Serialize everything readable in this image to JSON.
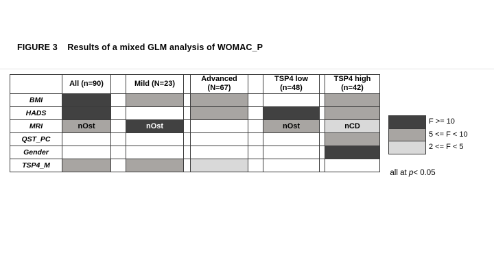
{
  "figure": {
    "title": "FIGURE 3    Results of a mixed GLM analysis of WOMAC_P"
  },
  "table": {
    "corner_label": "",
    "column_headers": [
      "All (n=90)",
      "Mild (N=23)",
      "Advanced (N=67)",
      "TSP4 low (n=48)",
      "TSP4 high (n=42)"
    ],
    "row_labels": [
      "BMI",
      "HADS",
      "MRI",
      "QST_PC",
      "Gender",
      "TSP4_M"
    ],
    "cells": [
      [
        {
          "fill": "dark",
          "text": ""
        },
        {
          "fill": "mid",
          "text": ""
        },
        {
          "fill": "mid",
          "text": ""
        },
        {
          "fill": "none",
          "text": ""
        },
        {
          "fill": "mid",
          "text": ""
        }
      ],
      [
        {
          "fill": "dark",
          "text": ""
        },
        {
          "fill": "none",
          "text": ""
        },
        {
          "fill": "mid",
          "text": ""
        },
        {
          "fill": "dark",
          "text": ""
        },
        {
          "fill": "mid",
          "text": ""
        }
      ],
      [
        {
          "fill": "mid",
          "text": "nOst"
        },
        {
          "fill": "dark",
          "text": "nOst"
        },
        {
          "fill": "none",
          "text": ""
        },
        {
          "fill": "mid",
          "text": "nOst"
        },
        {
          "fill": "light",
          "text": "nCD"
        }
      ],
      [
        {
          "fill": "none",
          "text": ""
        },
        {
          "fill": "none",
          "text": ""
        },
        {
          "fill": "none",
          "text": ""
        },
        {
          "fill": "none",
          "text": ""
        },
        {
          "fill": "mid",
          "text": ""
        }
      ],
      [
        {
          "fill": "none",
          "text": ""
        },
        {
          "fill": "none",
          "text": ""
        },
        {
          "fill": "none",
          "text": ""
        },
        {
          "fill": "none",
          "text": ""
        },
        {
          "fill": "dark",
          "text": ""
        }
      ],
      [
        {
          "fill": "mid",
          "text": ""
        },
        {
          "fill": "mid",
          "text": ""
        },
        {
          "fill": "light",
          "text": ""
        },
        {
          "fill": "none",
          "text": ""
        },
        {
          "fill": "none",
          "text": ""
        }
      ]
    ]
  },
  "legend": {
    "entries": [
      {
        "fill": "dark",
        "label": "F >= 10"
      },
      {
        "fill": "mid",
        "label": "5 <= F < 10"
      },
      {
        "fill": "light",
        "label": "2 <= F < 5"
      }
    ],
    "note_prefix": "all at ",
    "note_italic": "p",
    "note_suffix": "< 0.05"
  },
  "colors": {
    "fill_dark": "#414141",
    "fill_mid": "#a8a5a2",
    "fill_light": "#d9d9d9",
    "fill_none": "#ffffff",
    "border": "#3b3b3b",
    "background": "#ffffff"
  }
}
